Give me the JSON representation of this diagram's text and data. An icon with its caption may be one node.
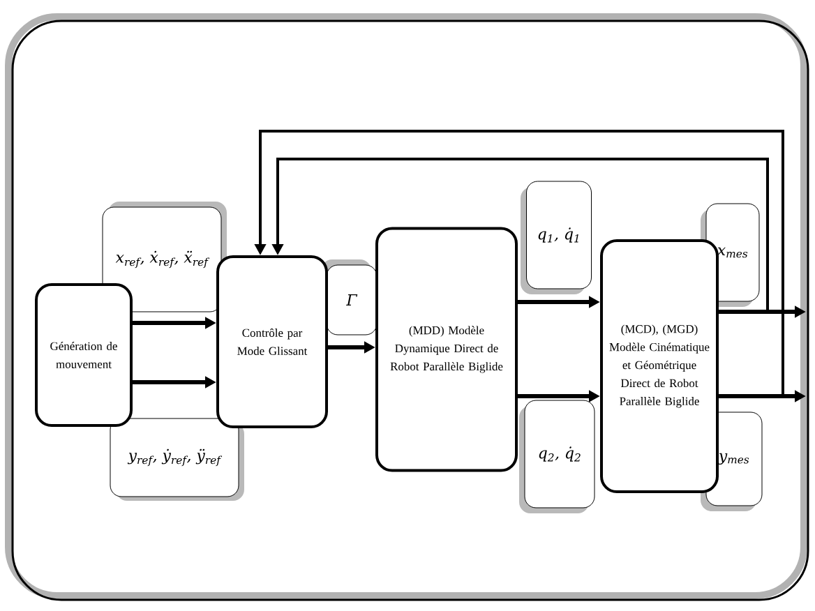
{
  "diagram": {
    "nodes": [
      {
        "text": [
          "Génération de mouvement"
        ]
      },
      {
        "text": [
          "x$_{ref}$, ẋ$_{ref}$, ẍ$_{ref}$"
        ]
      },
      {
        "text": [
          "y$_{ref}$, ẏ$_{ref}$, ÿ$_{ref}$"
        ]
      },
      {
        "text": [
          "Contrôle par Mode Glissant"
        ]
      },
      {
        "text": [
          "Γ"
        ]
      },
      {
        "text": [
          "(MDD) Modèle Dynamique Direct de Robot Parallèle Biglide"
        ]
      },
      {
        "text": [
          "q$_{1}$, q̇$_{1}$"
        ]
      },
      {
        "text": [
          "q$_{2}$, q̇$_{2}$"
        ]
      },
      {
        "text": [
          "(MCD), (MGD) Modèle Cinématique et Géométrique Direct de Robot Parallèle Biglide"
        ]
      },
      {
        "text": [
          "x$_{mes}$"
        ]
      },
      {
        "text": [
          "y$_{mes}$"
        ]
      }
    ],
    "edges": [
      {
        "from": 0,
        "to": 3,
        "arrow": "to"
      },
      {
        "from": 0,
        "to": 3,
        "arrow": "to"
      },
      {
        "from": 3,
        "to": 5,
        "arrow": "to"
      },
      {
        "from": 5,
        "to": 8,
        "arrow": "to"
      },
      {
        "from": 5,
        "to": 8,
        "arrow": "to"
      },
      {
        "from": 8,
        "to": null,
        "arrow": "to"
      },
      {
        "from": 8,
        "to": null,
        "arrow": "to"
      },
      {
        "from": 8,
        "to": 3,
        "arrow": "to"
      },
      {
        "from": 8,
        "to": 3,
        "arrow": "to"
      }
    ]
  }
}
